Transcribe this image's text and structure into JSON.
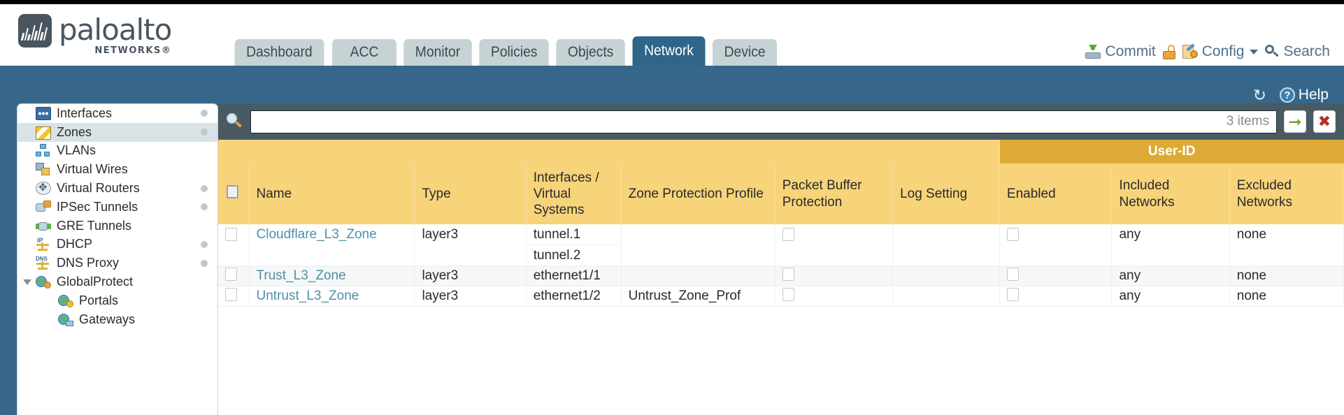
{
  "brand": {
    "name": "paloalto",
    "sub": "NETWORKS®",
    "logo_icon": "paloalto-logo-icon"
  },
  "tabs": [
    {
      "label": "Dashboard",
      "active": false
    },
    {
      "label": "ACC",
      "active": false
    },
    {
      "label": "Monitor",
      "active": false
    },
    {
      "label": "Policies",
      "active": false
    },
    {
      "label": "Objects",
      "active": false
    },
    {
      "label": "Network",
      "active": true
    },
    {
      "label": "Device",
      "active": false
    }
  ],
  "topright": {
    "commit": "Commit",
    "commit_icon": "commit-download-icon",
    "lock_icon": "padlock-unlocked-icon",
    "config": "Config",
    "config_icon": "config-wrench-icon",
    "config_caret": "chevron-down-icon",
    "search": "Search",
    "search_icon": "search-magnifier-icon"
  },
  "helpbar": {
    "refresh_icon": "refresh-icon",
    "help_icon": "help-question-icon",
    "help": "Help"
  },
  "sidebar": {
    "items": [
      {
        "label": "Interfaces",
        "icon": "interfaces-icon",
        "dot": true,
        "child": false,
        "selected": false,
        "expander": false
      },
      {
        "label": "Zones",
        "icon": "zones-icon",
        "dot": true,
        "child": false,
        "selected": true,
        "expander": false
      },
      {
        "label": "VLANs",
        "icon": "vlans-icon",
        "dot": false,
        "child": false,
        "selected": false,
        "expander": false
      },
      {
        "label": "Virtual Wires",
        "icon": "virtual-wires-icon",
        "dot": false,
        "child": false,
        "selected": false,
        "expander": false
      },
      {
        "label": "Virtual Routers",
        "icon": "virtual-routers-icon",
        "dot": true,
        "child": false,
        "selected": false,
        "expander": false
      },
      {
        "label": "IPSec Tunnels",
        "icon": "ipsec-tunnels-icon",
        "dot": true,
        "child": false,
        "selected": false,
        "expander": false
      },
      {
        "label": "GRE Tunnels",
        "icon": "gre-tunnels-icon",
        "dot": false,
        "child": false,
        "selected": false,
        "expander": false
      },
      {
        "label": "DHCP",
        "icon": "dhcp-icon",
        "dot": true,
        "child": false,
        "selected": false,
        "expander": false
      },
      {
        "label": "DNS Proxy",
        "icon": "dns-proxy-icon",
        "dot": true,
        "child": false,
        "selected": false,
        "expander": false
      },
      {
        "label": "GlobalProtect",
        "icon": "globalprotect-icon",
        "dot": false,
        "child": false,
        "selected": false,
        "expander": true
      },
      {
        "label": "Portals",
        "icon": "portals-icon",
        "dot": false,
        "child": true,
        "selected": false,
        "expander": false
      },
      {
        "label": "Gateways",
        "icon": "gateways-icon",
        "dot": false,
        "child": true,
        "selected": false,
        "expander": false
      }
    ]
  },
  "search": {
    "value": "",
    "placeholder": "",
    "items_count": "3 items",
    "apply_icon": "green-arrow-icon",
    "clear_icon": "red-x-icon"
  },
  "table": {
    "group_header": "User-ID",
    "columns": [
      "Name",
      "Type",
      "Interfaces / Virtual Systems",
      "Zone Protection Profile",
      "Packet Buffer Protection",
      "Log Setting",
      "Enabled",
      "Included Networks",
      "Excluded Networks"
    ],
    "rows": [
      {
        "selected": false,
        "name": "Cloudflare_L3_Zone",
        "type": "layer3",
        "interfaces": [
          "tunnel.1",
          "tunnel.2"
        ],
        "zone_protection_profile": "",
        "packet_buffer_protection": false,
        "log_setting": "",
        "userid_enabled": false,
        "included_networks": "any",
        "excluded_networks": "none"
      },
      {
        "selected": false,
        "name": "Trust_L3_Zone",
        "type": "layer3",
        "interfaces": [
          "ethernet1/1"
        ],
        "zone_protection_profile": "",
        "packet_buffer_protection": false,
        "log_setting": "",
        "userid_enabled": false,
        "included_networks": "any",
        "excluded_networks": "none"
      },
      {
        "selected": false,
        "name": "Untrust_L3_Zone",
        "type": "layer3",
        "interfaces": [
          "ethernet1/2"
        ],
        "zone_protection_profile": "Untrust_Zone_Prof",
        "packet_buffer_protection": false,
        "log_setting": "",
        "userid_enabled": false,
        "included_networks": "any",
        "excluded_networks": "none"
      }
    ]
  },
  "colors": {
    "brand_blue": "#36678a",
    "active_tab": "#2e6588",
    "tab_inactive": "#c6d2d4",
    "header_gold": "#f7d37a",
    "userid_gold": "#ddab35",
    "search_bar": "#495a63",
    "link": "#4f8fa8"
  }
}
